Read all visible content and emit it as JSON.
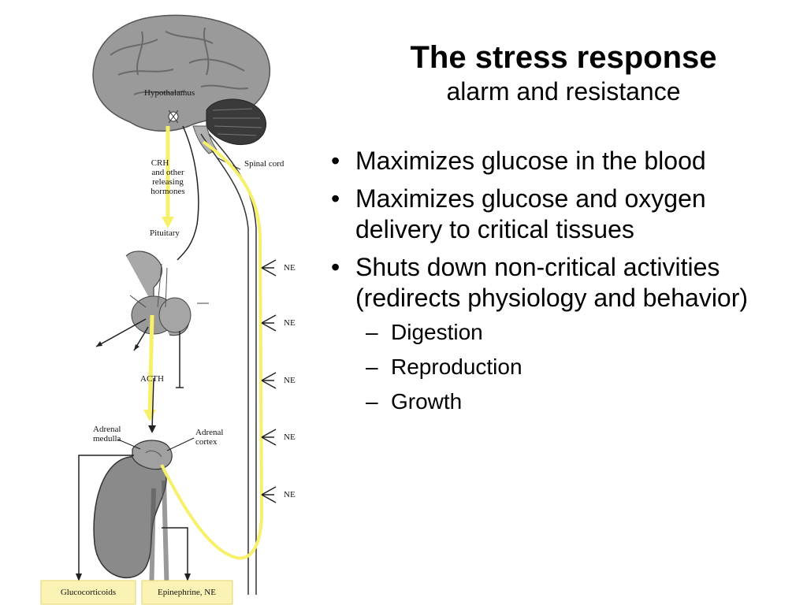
{
  "slide": {
    "title": "The stress response",
    "subtitle": "alarm and resistance"
  },
  "bullets": [
    {
      "text": "Maximizes glucose in the blood"
    },
    {
      "text": "Maximizes glucose and oxygen delivery to critical tissues"
    },
    {
      "text": "Shuts down non-critical activities (redirects physiology and behavior)"
    }
  ],
  "sub_bullets": [
    {
      "text": "Digestion"
    },
    {
      "text": "Reproduction"
    },
    {
      "text": "Growth"
    }
  ],
  "diagram": {
    "labels": {
      "hypothalamus": "Hypothalamus",
      "crh_line1": "CRH",
      "crh_line2": "and other",
      "crh_line3": "releasing",
      "crh_line4": "hormones",
      "spinal_cord": "Spinal cord",
      "pituitary": "Pituitary",
      "acth": "ACTH",
      "adrenal_medulla_line1": "Adrenal",
      "adrenal_medulla_line2": "medulla",
      "adrenal_cortex_line1": "Adrenal",
      "adrenal_cortex_line2": "cortex",
      "glucocorticoids": "Glucocorticoids",
      "epinephrine": "Epinephrine, NE"
    },
    "ne_labels": [
      "NE",
      "NE",
      "NE",
      "NE",
      "NE"
    ],
    "colors": {
      "pathway_yellow": "#f7f06a",
      "label_box_fill": "#fbf3b5",
      "label_box_border": "#e6d36a",
      "organ_gray": "#8a8a8a"
    }
  }
}
